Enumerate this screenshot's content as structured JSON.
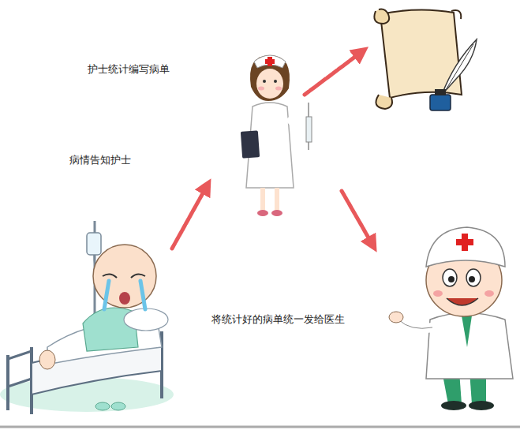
{
  "diagram": {
    "labels": [
      "护士统计编写病单",
      "病情告知护士",
      "将统计好的病单统一发给医生"
    ]
  }
}
